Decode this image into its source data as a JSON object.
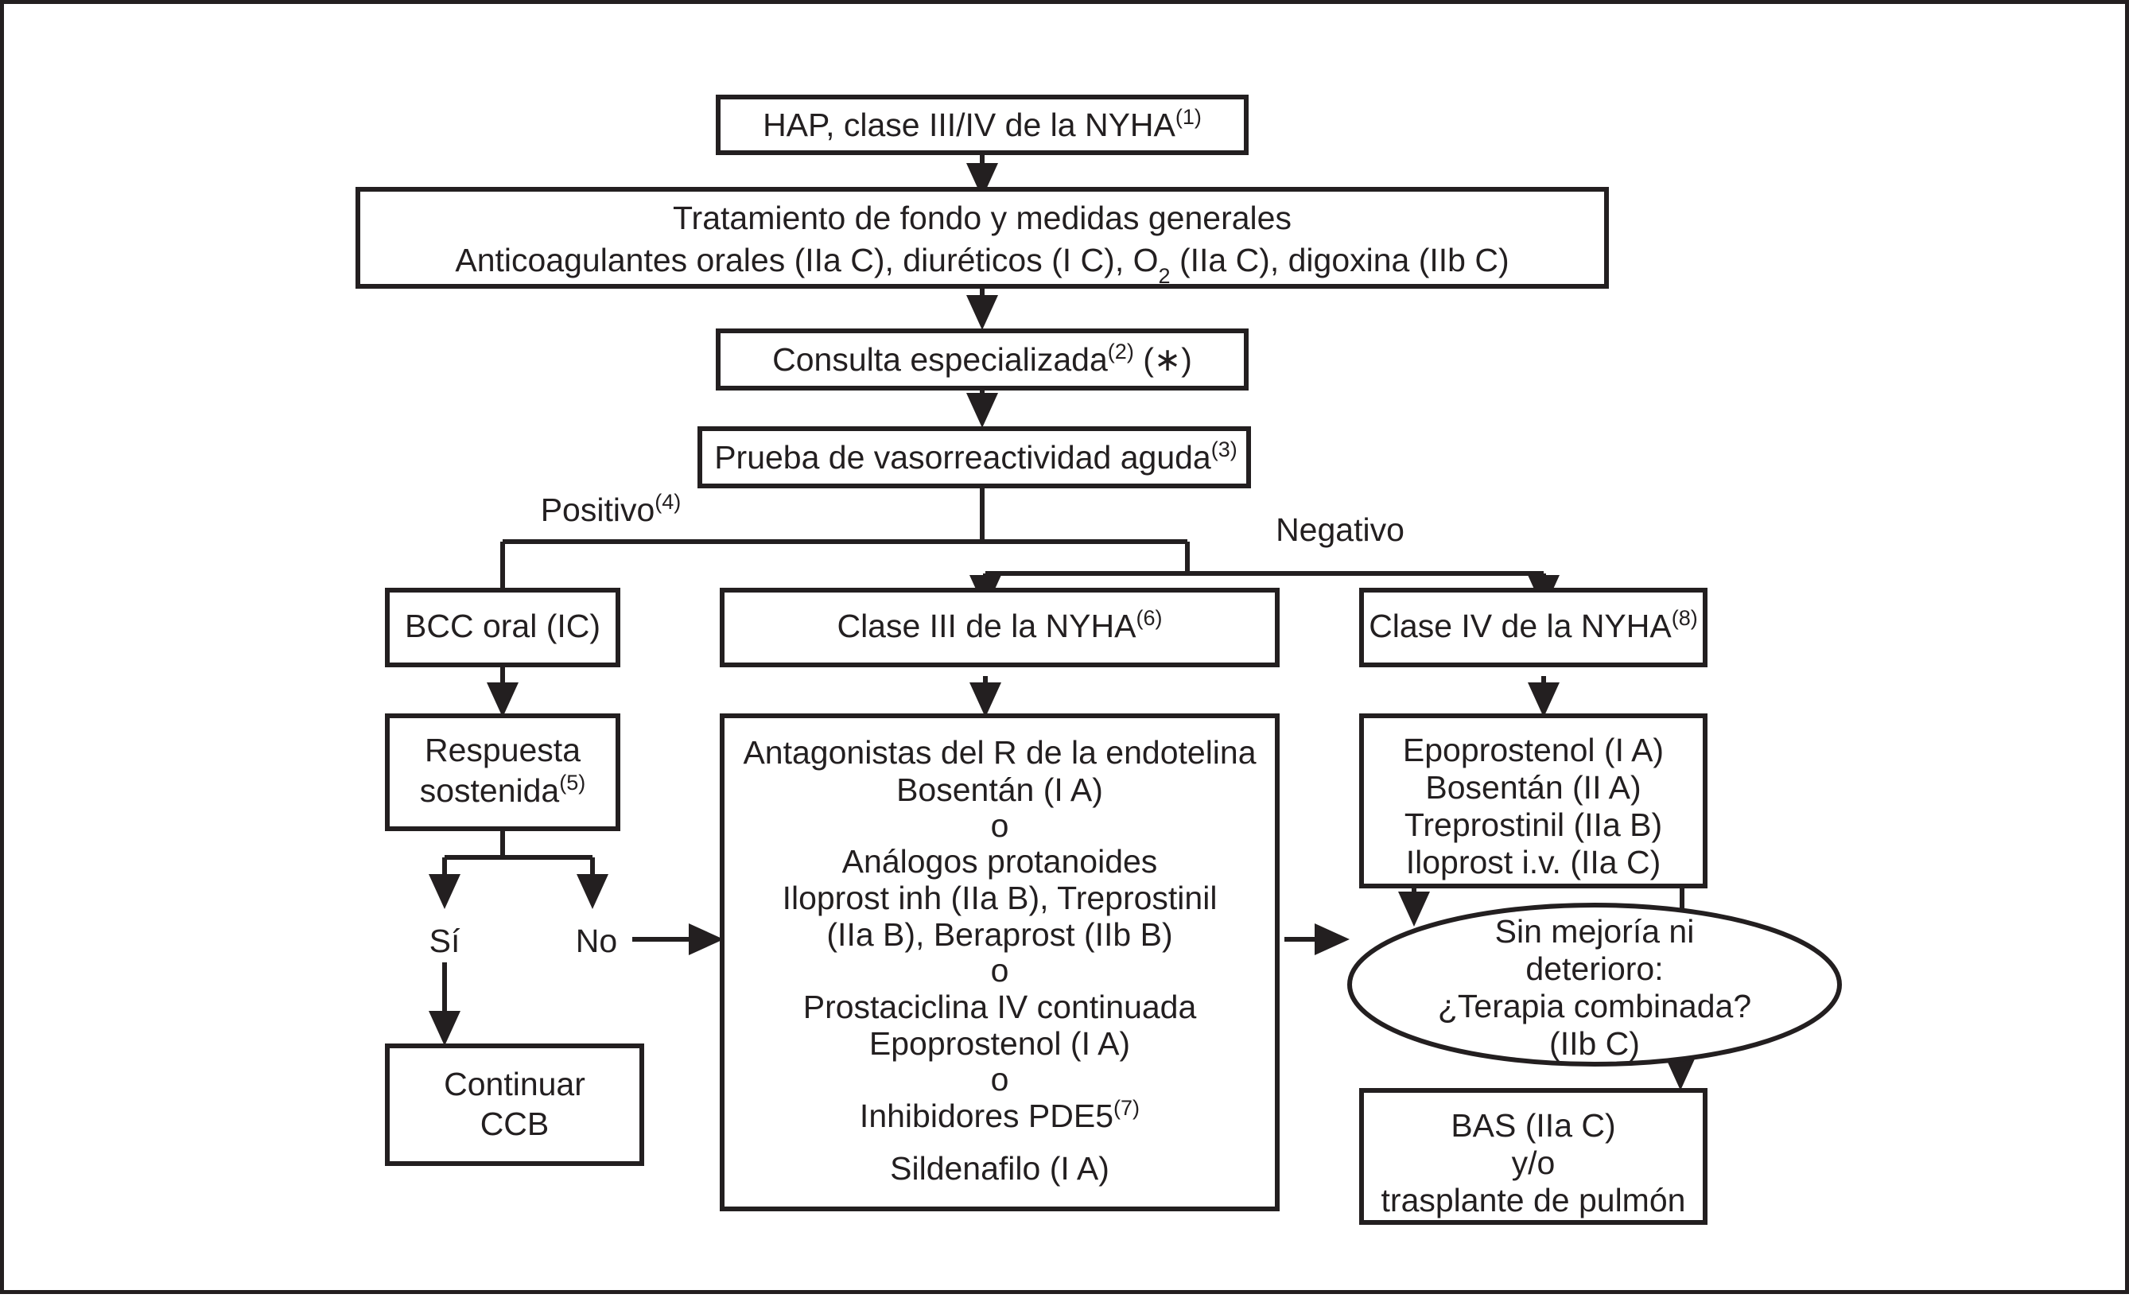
{
  "diagram": {
    "title": "Algoritmo de tratamiento de la hipertension arterial pulmonar (HAP)",
    "frame_color": "#231f20",
    "background_color": "#ffffff",
    "line_color": "#231f20"
  },
  "nodes": {
    "hap": {
      "id": "hap",
      "shape": "rect",
      "lines": [
        {
          "pre": "HAP, clase III/IV de la NYHA",
          "sup": "(1)",
          "post": ""
        }
      ]
    },
    "tratamiento": {
      "id": "tratamiento",
      "shape": "rect",
      "lines": [
        {
          "pre": "Tratamiento de fondo y medidas generales",
          "sup": "",
          "post": ""
        },
        {
          "pre": "Anticoagulantes orales (IIa C), diuréticos (I C), O",
          "sub": "2",
          "post": " (IIa C), digoxina (IIb C)"
        }
      ]
    },
    "consulta": {
      "id": "consulta",
      "shape": "rect",
      "lines": [
        {
          "pre": "Consulta especializada",
          "sup": "(2)",
          "post": " (∗)"
        }
      ]
    },
    "prueba": {
      "id": "prueba",
      "shape": "rect",
      "lines": [
        {
          "pre": "Prueba de vasorreactividad aguda",
          "sup": "(3)",
          "post": ""
        }
      ]
    },
    "bcc_oral": {
      "id": "bcc_oral",
      "shape": "rect",
      "lines": [
        {
          "pre": "BCC oral (IC)",
          "sup": "",
          "post": ""
        }
      ]
    },
    "respuesta": {
      "id": "respuesta",
      "shape": "rect",
      "lines": [
        {
          "pre": "Respuesta",
          "sup": "",
          "post": ""
        },
        {
          "pre": "sostenida",
          "sup": "(5)",
          "post": ""
        }
      ]
    },
    "continuar_ccb": {
      "id": "continuar_ccb",
      "shape": "rect",
      "lines": [
        {
          "pre": "Continuar",
          "sup": "",
          "post": ""
        },
        {
          "pre": "CCB",
          "sup": "",
          "post": ""
        }
      ]
    },
    "clase3": {
      "id": "clase3",
      "shape": "rect",
      "lines": [
        {
          "pre": "Clase III de la NYHA",
          "sup": "(6)",
          "post": ""
        }
      ]
    },
    "clase4": {
      "id": "clase4",
      "shape": "rect",
      "lines": [
        {
          "pre": "Clase IV de la NYHA",
          "sup": "(8)",
          "post": ""
        }
      ]
    },
    "terapias_clase3": {
      "id": "terapias_clase3",
      "shape": "rect",
      "lines": [
        {
          "pre": "Antagonistas del R de la endotelina",
          "sup": "",
          "post": ""
        },
        {
          "pre": "Bosentán (I A)",
          "sup": "",
          "post": ""
        },
        {
          "pre": "o",
          "sup": "",
          "post": ""
        },
        {
          "pre": "Análogos protanoides",
          "sup": "",
          "post": ""
        },
        {
          "pre": "Iloprost inh (IIa B), Treprostinil",
          "sup": "",
          "post": ""
        },
        {
          "pre": "(IIa B), Beraprost (IIb B)",
          "sup": "",
          "post": ""
        },
        {
          "pre": "o",
          "sup": "",
          "post": ""
        },
        {
          "pre": "Prostaciclina IV continuada",
          "sup": "",
          "post": ""
        },
        {
          "pre": "Epoprostenol (I A)",
          "sup": "",
          "post": ""
        },
        {
          "pre": "o",
          "sup": "",
          "post": ""
        },
        {
          "pre": "Inhibidores PDE5",
          "sup": "(7)",
          "post": ""
        },
        {
          "pre": "",
          "sup": "",
          "post": ""
        },
        {
          "pre": "Sildenafilo (I A)",
          "sup": "",
          "post": ""
        }
      ]
    },
    "terapias_clase4": {
      "id": "terapias_clase4",
      "shape": "rect",
      "lines": [
        {
          "pre": "Epoprostenol (I A)",
          "sup": "",
          "post": ""
        },
        {
          "pre": "Bosentán (II A)",
          "sup": "",
          "post": ""
        },
        {
          "pre": "Treprostinil (IIa B)",
          "sup": "",
          "post": ""
        },
        {
          "pre": "Iloprost i.v. (IIa C)",
          "sup": "",
          "post": ""
        }
      ]
    },
    "sin_mejoria": {
      "id": "sin_mejoria",
      "shape": "ellipse",
      "lines": [
        {
          "pre": "Sin mejoría ni",
          "sup": "",
          "post": ""
        },
        {
          "pre": "deterioro:",
          "sup": "",
          "post": ""
        },
        {
          "pre": "¿Terapia combinada?",
          "sup": "",
          "post": ""
        },
        {
          "pre": "(IIb C)",
          "sup": "",
          "post": ""
        }
      ]
    },
    "bas": {
      "id": "bas",
      "shape": "rect",
      "lines": [
        {
          "pre": "BAS (IIa C)",
          "sup": "",
          "post": ""
        },
        {
          "pre": "y/o",
          "sup": "",
          "post": ""
        },
        {
          "pre": "trasplante de pulmón",
          "sup": "",
          "post": ""
        }
      ]
    }
  },
  "edge_labels": {
    "positivo": {
      "pre": "Positivo",
      "sup": "(4)",
      "post": ""
    },
    "negativo": {
      "pre": "Negativo",
      "sup": "",
      "post": ""
    },
    "si": {
      "pre": "Sí",
      "sup": "",
      "post": ""
    },
    "no": {
      "pre": "No",
      "sup": "",
      "post": ""
    }
  },
  "flow_edges": [
    {
      "from": "hap",
      "to": "tratamiento",
      "label": ""
    },
    {
      "from": "tratamiento",
      "to": "consulta",
      "label": ""
    },
    {
      "from": "consulta",
      "to": "prueba",
      "label": ""
    },
    {
      "from": "prueba",
      "to": "bcc_oral",
      "label": "Positivo(4)"
    },
    {
      "from": "prueba",
      "to": "clase3",
      "label": "Negativo"
    },
    {
      "from": "prueba",
      "to": "clase4",
      "label": "Negativo"
    },
    {
      "from": "bcc_oral",
      "to": "respuesta",
      "label": ""
    },
    {
      "from": "respuesta",
      "to": "continuar_ccb",
      "label": "Sí"
    },
    {
      "from": "respuesta",
      "to": "terapias_clase3",
      "label": "No"
    },
    {
      "from": "clase3",
      "to": "terapias_clase3",
      "label": ""
    },
    {
      "from": "clase4",
      "to": "terapias_clase4",
      "label": ""
    },
    {
      "from": "terapias_clase3",
      "to": "sin_mejoria",
      "label": ""
    },
    {
      "from": "terapias_clase4",
      "to": "sin_mejoria",
      "label": ""
    },
    {
      "from": "sin_mejoria",
      "to": "bas",
      "label": ""
    }
  ]
}
